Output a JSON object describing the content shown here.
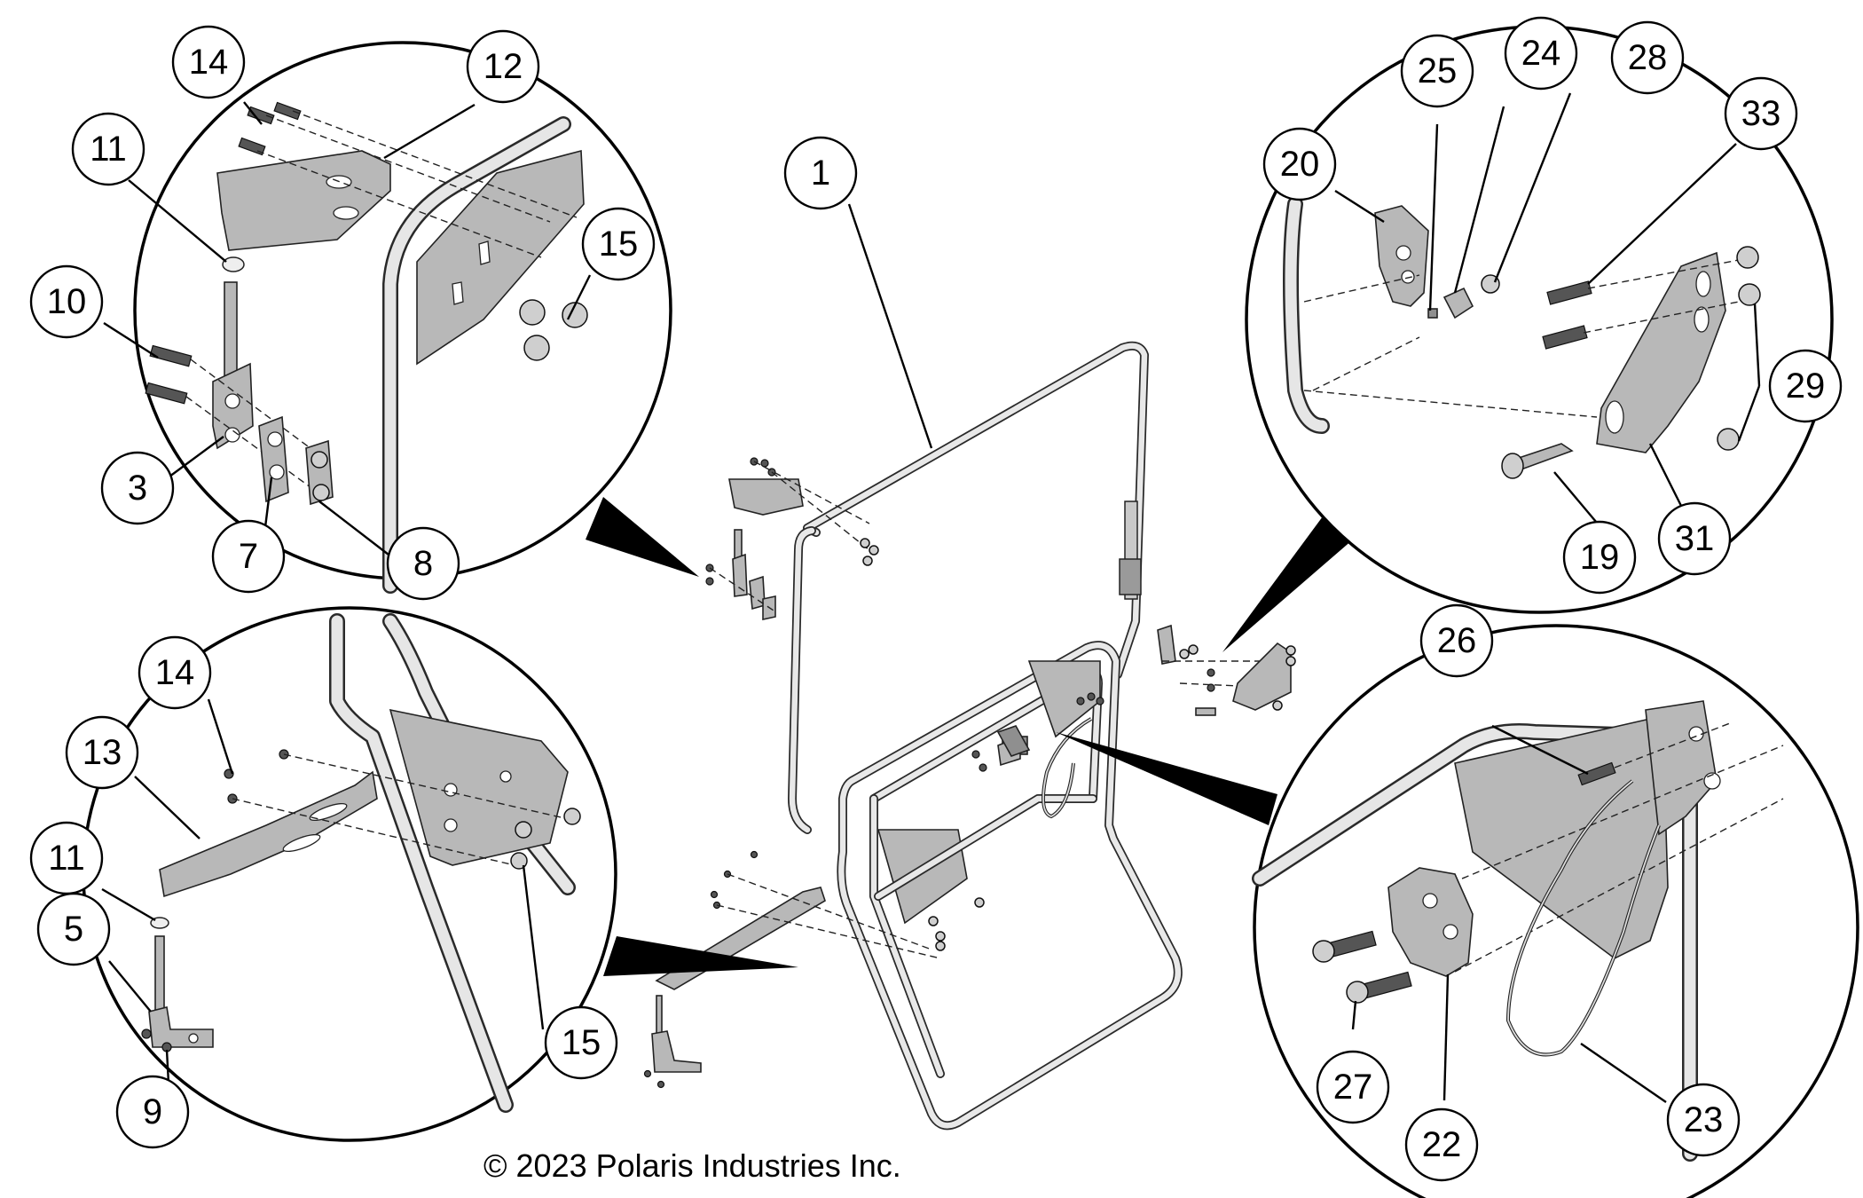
{
  "copyright": "© 2023 Polaris Industries Inc.",
  "callouts": [
    {
      "id": "c1",
      "label": "1"
    },
    {
      "id": "c3",
      "label": "3"
    },
    {
      "id": "c5",
      "label": "5"
    },
    {
      "id": "c7",
      "label": "7"
    },
    {
      "id": "c8",
      "label": "8"
    },
    {
      "id": "c9",
      "label": "9"
    },
    {
      "id": "c10",
      "label": "10"
    },
    {
      "id": "c11a",
      "label": "11"
    },
    {
      "id": "c11b",
      "label": "11"
    },
    {
      "id": "c12",
      "label": "12"
    },
    {
      "id": "c13",
      "label": "13"
    },
    {
      "id": "c14a",
      "label": "14"
    },
    {
      "id": "c14b",
      "label": "14"
    },
    {
      "id": "c15a",
      "label": "15"
    },
    {
      "id": "c15b",
      "label": "15"
    },
    {
      "id": "c19",
      "label": "19"
    },
    {
      "id": "c20",
      "label": "20"
    },
    {
      "id": "c22",
      "label": "22"
    },
    {
      "id": "c23",
      "label": "23"
    },
    {
      "id": "c24",
      "label": "24"
    },
    {
      "id": "c25",
      "label": "25"
    },
    {
      "id": "c26",
      "label": "26"
    },
    {
      "id": "c27",
      "label": "27"
    },
    {
      "id": "c28",
      "label": "28"
    },
    {
      "id": "c29",
      "label": "29"
    },
    {
      "id": "c31",
      "label": "31"
    },
    {
      "id": "c33",
      "label": "33"
    }
  ]
}
